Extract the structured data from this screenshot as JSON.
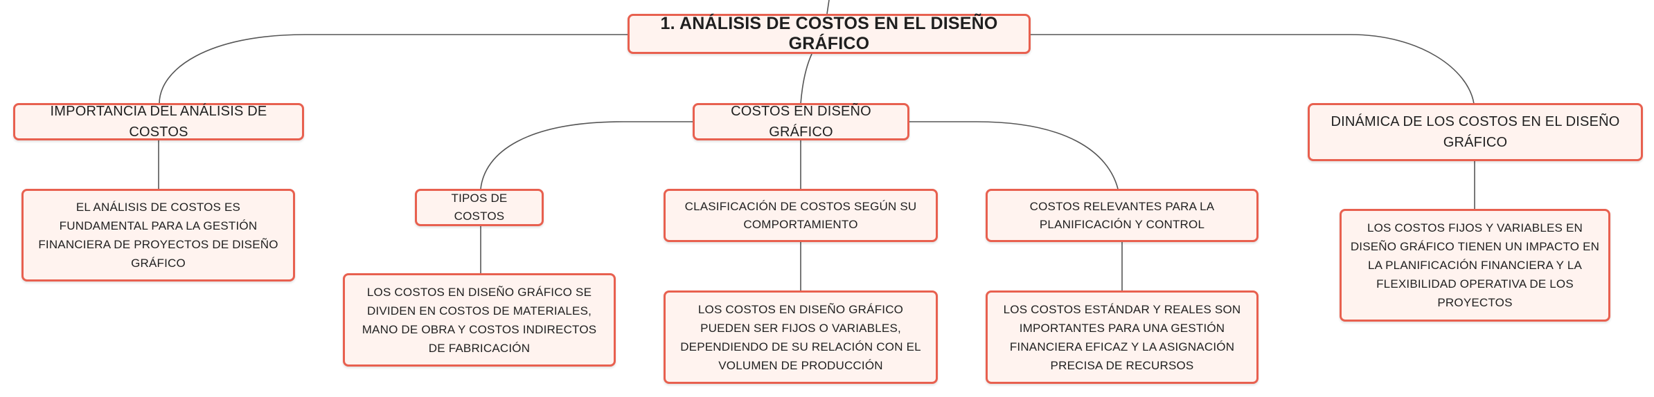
{
  "root": {
    "title": "1. ANÁLISIS DE COSTOS EN EL DISEÑO GRÁFICO"
  },
  "branches": [
    {
      "label": "IMPORTANCIA DEL ANÁLISIS DE COSTOS",
      "detail": "EL ANÁLISIS DE COSTOS ES FUNDAMENTAL PARA LA GESTIÓN FINANCIERA DE PROYECTOS DE DISEÑO GRÁFICO"
    },
    {
      "label": "COSTOS EN DISEÑO GRÁFICO",
      "children": [
        {
          "label": "TIPOS DE COSTOS",
          "detail": "LOS COSTOS EN DISEÑO GRÁFICO SE DIVIDEN EN COSTOS DE MATERIALES, MANO DE OBRA Y COSTOS INDIRECTOS DE FABRICACIÓN"
        },
        {
          "label": "CLASIFICACIÓN DE COSTOS SEGÚN SU COMPORTAMIENTO",
          "detail": "LOS COSTOS EN DISEÑO GRÁFICO PUEDEN SER FIJOS O VARIABLES, DEPENDIENDO DE SU RELACIÓN CON EL VOLUMEN DE PRODUCCIÓN"
        },
        {
          "label": "COSTOS RELEVANTES PARA LA PLANIFICACIÓN Y CONTROL",
          "detail": "LOS COSTOS ESTÁNDAR Y REALES SON IMPORTANTES PARA UNA GESTIÓN FINANCIERA EFICAZ Y LA ASIGNACIÓN PRECISA DE RECURSOS"
        }
      ]
    },
    {
      "label": "DINÁMICA DE LOS COSTOS EN EL DISEÑO GRÁFICO",
      "detail": "LOS COSTOS FIJOS Y VARIABLES EN DISEÑO GRÁFICO TIENEN UN IMPACTO EN LA PLANIFICACIÓN FINANCIERA Y LA FLEXIBILIDAD OPERATIVA DE LOS PROYECTOS"
    }
  ],
  "colors": {
    "border": "#e8604f",
    "fill": "#fff3ef",
    "line": "#555555",
    "text": "#1f1f1f"
  }
}
